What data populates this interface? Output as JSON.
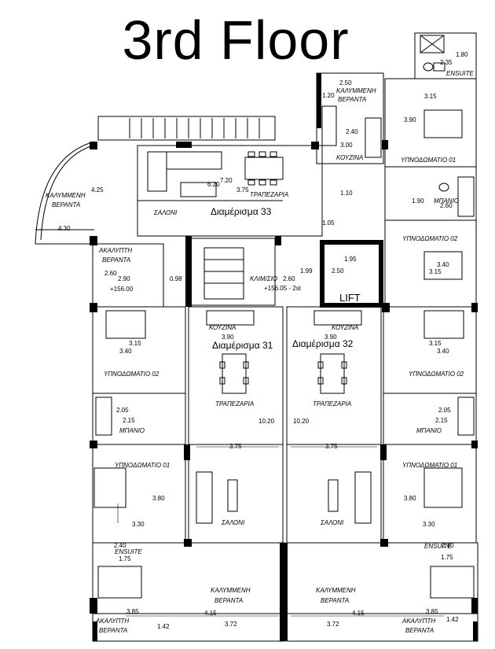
{
  "title": "3rd Floor",
  "apartments": {
    "a33": "Διαμέρισμα 33",
    "a31": "Διαμέρισμα 31",
    "a32": "Διαμέρισμα 32"
  },
  "rooms": {
    "ensuite_top": "ENSUITE",
    "kalymmeni_top": "ΚΑΛΥΜΜΕΝΗ",
    "veranta_top": "ΒΕΡΑΝΤΑ",
    "kouzina_33": "ΚΟΥΖΙΝΑ",
    "ypnod01_33": "ΥΠΝΟΔΩΜΑΤΙΟ 01",
    "kalymmeni_left": "ΚΑΛΥΜΜΕΝΗ",
    "veranta_left": "ΒΕΡΑΝΤΑ",
    "trapezaria_33": "ΤΡΑΠΕΖΑΡΙΑ",
    "saloni_33": "ΣΑΛΟΝΙ",
    "mpanio_33": "ΜΠΑΝΙΟ",
    "ypnod02_33": "ΥΠΝΟΔΩΜΑΤΙΟ 02",
    "akalypti_left": "ΑΚΑΛΥΠΤΗ",
    "veranta_akal_left": "ΒΕΡΑΝΤΑ",
    "klimakostasio": "ΚΛΙΜ/ΣΙΟ",
    "level_note": "+156.05 - 2st",
    "lift": "LIFT",
    "kouzina_31": "ΚΟΥΖΙΝΑ",
    "kouzina_32": "ΚΟΥΖΙΝΑ",
    "ypnod02_31": "ΥΠΝΟΔΩΜΑΤΙΟ 02",
    "ypnod02_32": "ΥΠΝΟΔΩΜΑΤΙΟ 02",
    "trapezaria_31": "ΤΡΑΠΕΖΑΡΙΑ",
    "trapezaria_32": "ΤΡΑΠΕΖΑΡΙΑ",
    "mpanio_31": "ΜΠΑΝΙΟ",
    "mpanio_32": "ΜΠΑΝΙΟ",
    "ypnod01_31": "ΥΠΝΟΔΩΜΑΤΙΟ 01",
    "ypnod01_32": "ΥΠΝΟΔΩΜΑΤΙΟ 01",
    "saloni_31": "ΣΑΛΟΝΙ",
    "saloni_32": "ΣΑΛΟΝΙ",
    "ensuite_31": "ENSUITE",
    "ensuite_32": "ENSUITE",
    "kalymmeni_31": "ΚΑΛΥΜΜΕΝΗ",
    "veranta_31": "ΒΕΡΑΝΤΑ",
    "kalymmeni_32": "ΚΑΛΥΜΜΕΝΗ",
    "veranta_32": "ΒΕΡΑΝΤΑ",
    "akalypti_31": "ΑΚΑΛΥΠΤΗ",
    "veranta_ak_31": "ΒΕΡΑΝΤΑ",
    "akalypti_32": "ΑΚΑΛΥΠΤΗ",
    "veranta_ak_32": "ΒΕΡΑΝΤΑ"
  },
  "dimensions": {
    "d_180": "1.80",
    "d_235": "2.35",
    "d_250": "2.50",
    "d_120": "1.20",
    "d_315_top": "3.15",
    "d_390_right": "3.90",
    "d_240": "2.40",
    "d_300": "3.00",
    "d_425": "4.25",
    "d_720": "7.20",
    "d_620": "6.20",
    "d_375_33": "3.75",
    "d_110": "1.10",
    "d_190": "1.90",
    "d_260_r": "2.60",
    "d_430": "4.30",
    "d_105": "1.05",
    "d_195": "1.95",
    "d_250_lift": "2.50",
    "d_340_r1": "3.40",
    "d_315_r1": "3.15",
    "d_260_l": "2.60",
    "d_290": "2.90",
    "d_098": "0.98",
    "d_199": "1.99",
    "d_260_s": "2.60",
    "d_156": "+156.00",
    "d_390_31": "3.90",
    "d_390_32": "3.90",
    "d_315_l2": "3.15",
    "d_340_l2": "3.40",
    "d_315_r2": "3.15",
    "d_340_r2": "3.40",
    "d_205_l": "2.05",
    "d_215_l": "2.15",
    "d_205_r": "2.05",
    "d_215_r": "2.15",
    "d_1020_31": "10.20",
    "d_1020_32": "10.20",
    "d_375_31": "3.75",
    "d_375_32": "3.75",
    "d_380_l": "3.80",
    "d_380_r": "3.80",
    "d_330_l": "3.30",
    "d_330_r": "3.30",
    "d_240_l": "2.40",
    "d_175_l": "1.75",
    "d_240_r": "2.40",
    "d_175_r": "1.75",
    "d_385_l": "3.85",
    "d_415_l": "4.15",
    "d_385_r": "3.85",
    "d_415_r": "4.15",
    "d_142_l": "1.42",
    "d_372_l": "3.72",
    "d_372_r": "3.72",
    "d_142_r": "1.42"
  }
}
